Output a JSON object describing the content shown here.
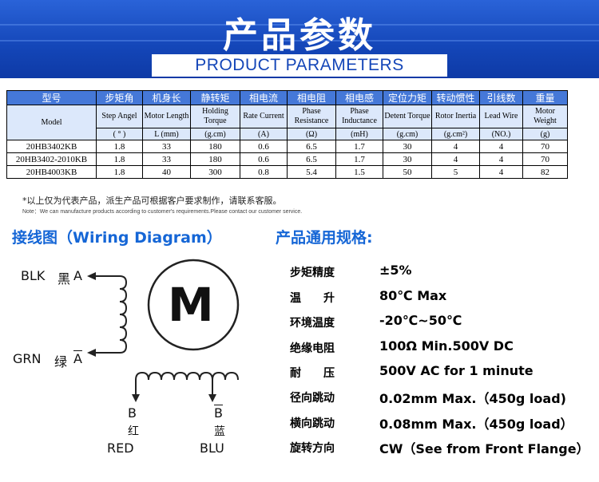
{
  "header": {
    "title_zh": "产品参数",
    "title_en": "PRODUCT PARAMETERS",
    "bg_color": "#1446b8"
  },
  "table": {
    "head_zh": [
      "型号",
      "步矩角",
      "机身长",
      "静转矩",
      "相电流",
      "相电阻",
      "相电感",
      "定位力矩",
      "转动惯性",
      "引线数",
      "重量"
    ],
    "head_en": [
      "Model",
      "Step Angel",
      "Motor Length",
      "Holding Torque",
      "Rate Current",
      "Phase Resistance",
      "Phase Inductance",
      "Detent Torque",
      "Rotor Inertia",
      "Lead Wire",
      "Motor Weight"
    ],
    "units": [
      "( ° )",
      "L (mm)",
      "(g.cm)",
      "(A)",
      "(Ω)",
      "(mH)",
      "(g.cm)",
      "(g.cm²)",
      "(NO.)",
      "(g)"
    ],
    "rows": [
      [
        "20HB3402KB",
        "1.8",
        "33",
        "180",
        "0.6",
        "6.5",
        "1.7",
        "30",
        "4",
        "4",
        "70"
      ],
      [
        "20HB3402-2010KB",
        "1.8",
        "33",
        "180",
        "0.6",
        "6.5",
        "1.7",
        "30",
        "4",
        "4",
        "70"
      ],
      [
        "20HB4003KB",
        "1.8",
        "40",
        "300",
        "0.8",
        "5.4",
        "1.5",
        "50",
        "5",
        "4",
        "82"
      ]
    ]
  },
  "notes": {
    "zh": "*以上仅为代表产品，派生产品可根据客户要求制作，请联系客服。",
    "en": "Note：We can manufacture products according to customer's requirements.Please  contact our customer service."
  },
  "wiring": {
    "title": "接线图（Wiring Diagram）",
    "motor_letter": "M",
    "blk": "BLK",
    "blk_zh": "黑",
    "a": "A",
    "grn": "GRN",
    "grn_zh": "绿",
    "a_bar": "A",
    "b": "B",
    "b_zh": "红",
    "red": "RED",
    "b_bar": "B",
    "b_bar_zh": "蓝",
    "blu": "BLU"
  },
  "specs": {
    "title": "产品通用规格:",
    "items": [
      {
        "k": "步矩精度",
        "v": "±5%"
      },
      {
        "k": "温　　升",
        "v": "80℃ Max"
      },
      {
        "k": "环境温度",
        "v": "-20℃~50℃"
      },
      {
        "k": "绝缘电阻",
        "v": "100Ω Min.500V DC"
      },
      {
        "k": "耐　　压",
        "v": "500V AC for 1 minute"
      },
      {
        "k": "径向跳动",
        "v": "0.02mm Max.（450g load)"
      },
      {
        "k": "横向跳动",
        "v": "0.08mm Max.（450g load）"
      },
      {
        "k": "旋转方向",
        "v": "CW（See from Front Flange）"
      }
    ]
  }
}
